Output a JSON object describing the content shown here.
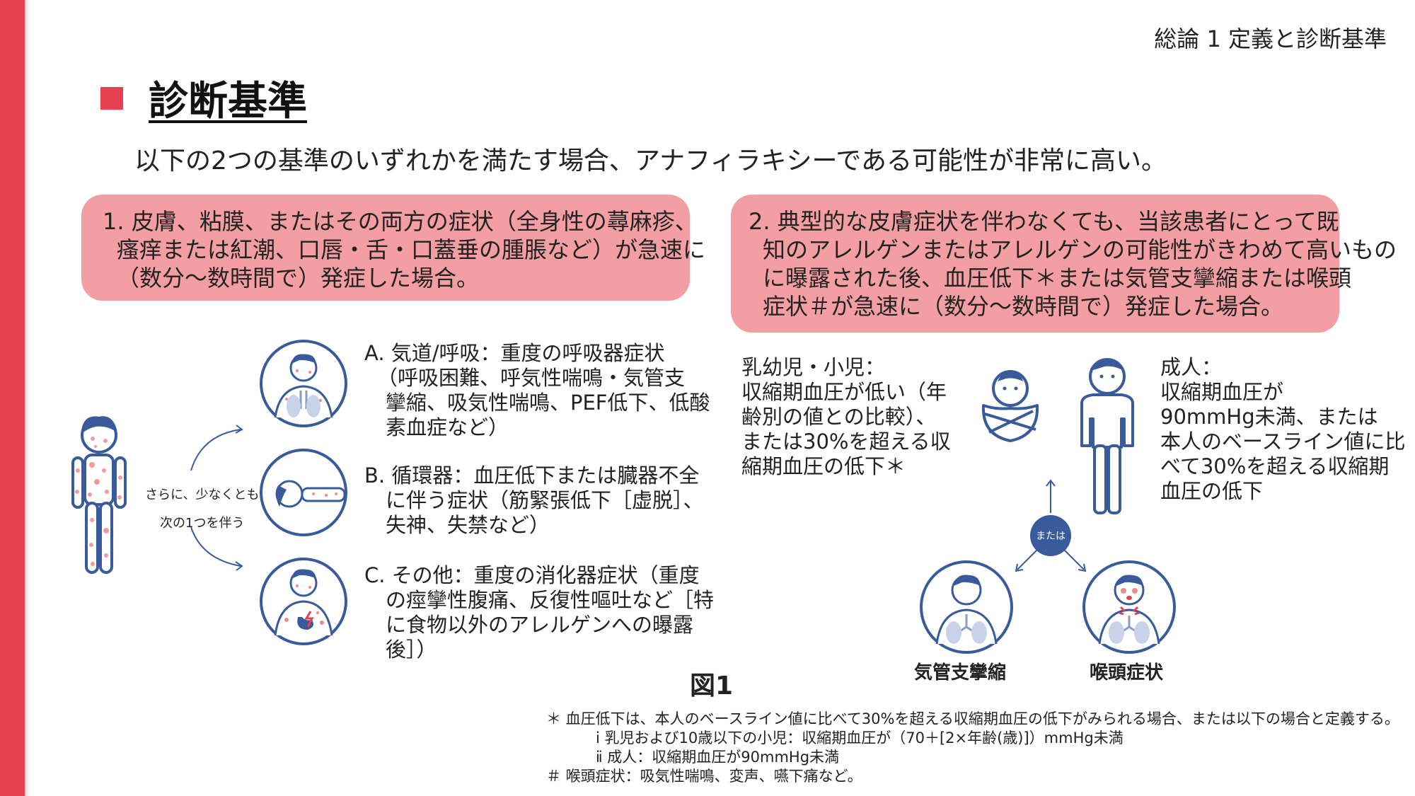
{
  "header": {
    "section_label": "総論 1 定義と診断基準"
  },
  "title": "診断基準",
  "intro": "以下の2つの基準のいずれかを満たす場合、アナフィラキシーである可能性が非常に高い。",
  "criterion1": {
    "lines": [
      "1. 皮膚、粘膜、またはその両方の症状（全身性の蕁麻疹、",
      "瘙痒または紅潮、口唇・舌・口蓋垂の腫脹など）が急速に",
      "（数分～数時間で）発症した場合。"
    ]
  },
  "criterion2": {
    "lines": [
      "2. 典型的な皮膚症状を伴わなくても、当該患者にとって既",
      "知のアレルゲンまたはアレルゲンの可能性がきわめて高いもの",
      "に曝露された後、血圧低下＊または気管支攣縮または喉頭",
      "症状＃が急速に（数分～数時間で）発症した場合。"
    ]
  },
  "connector_note": {
    "line1": "さらに、少なくとも",
    "line2": "次の1つを伴う"
  },
  "sub_criteria": {
    "A": [
      "A. 気道/呼吸：重度の呼吸器症状",
      "（呼吸困難、呼気性喘鳴・気管支",
      "攣縮、吸気性喘鳴、PEF低下、低酸",
      "素血症など）"
    ],
    "B": [
      "B. 循環器：血圧低下または臓器不全",
      "に伴う症状（筋緊張低下［虚脱］、",
      "失神、失禁など）"
    ],
    "C": [
      "C. その他：重度の消化器症状（重度",
      "の痙攣性腹痛、反復性嘔吐など［特",
      "に食物以外のアレルゲンへの曝露",
      "後］）"
    ]
  },
  "infant": {
    "lines": [
      "乳幼児・小児：",
      "収縮期血圧が低い（年",
      "齢別の値との比較）、",
      "または30%を超える収",
      "縮期血圧の低下＊"
    ]
  },
  "adult": {
    "lines": [
      "成人：",
      "収縮期血圧が",
      "90mmHg未満、または",
      "本人のベースライン値に比",
      "べて30%を超える収縮期",
      "血圧の低下"
    ]
  },
  "or_badge": "または",
  "captions": {
    "bronchospasm": "気管支攣縮",
    "laryngeal": "喉頭症状"
  },
  "figure_label": "図1",
  "footnotes": [
    "＊ 血圧低下は、本人のベースライン値に比べて30%を超える収縮期血圧の低下がみられる場合、または以下の場合と定義する。",
    "ⅰ 乳児および10歳以下の小児：収縮期血圧が（70＋[2×年齢(歳)]）mmHg未満",
    "ⅱ 成人：収縮期血圧が90mmHg未満",
    "＃ 喉頭症状：吸気性喘鳴、変声、嚥下痛など。"
  ],
  "colors": {
    "accent": "#e7404f",
    "box": "#f29ea3",
    "icon": "#3a5b9b",
    "rash": "#f08a8f"
  }
}
